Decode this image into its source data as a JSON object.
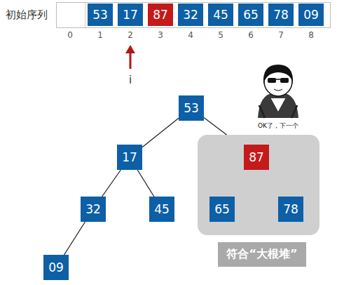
{
  "diagram": {
    "nodes": [
      {
        "text": [
          "53"
        ]
      },
      {
        "text": [
          "17"
        ]
      },
      {
        "text": [
          "87"
        ]
      },
      {
        "text": [
          "32"
        ]
      },
      {
        "text": [
          "45"
        ]
      },
      {
        "text": [
          "65"
        ]
      },
      {
        "text": [
          "78"
        ]
      },
      {
        "text": [
          "09"
        ]
      },
      {
        "text": [
          "53"
        ]
      },
      {
        "text": [
          "17"
        ]
      },
      {
        "text": [
          "符合“大根堆”"
        ]
      },
      {
        "text": [
          "87"
        ],
        "in": 10
      },
      {
        "text": [
          "32"
        ]
      },
      {
        "text": [
          "45"
        ]
      },
      {
        "text": [
          "65"
        ],
        "in": 10
      },
      {
        "text": [
          "78"
        ],
        "in": 10
      },
      {
        "text": [
          "09"
        ]
      }
    ],
    "edges": [
      {
        "from": 8,
        "to": 9,
        "arrow": "none"
      },
      {
        "from": 8,
        "to": 11,
        "arrow": "none"
      },
      {
        "from": 9,
        "to": 12,
        "arrow": "none"
      },
      {
        "from": 9,
        "to": 13,
        "arrow": "none"
      },
      {
        "from": 11,
        "to": 14,
        "arrow": "none"
      },
      {
        "from": 11,
        "to": 15,
        "arrow": "none"
      },
      {
        "from": 12,
        "to": 16,
        "arrow": "none"
      }
    ],
    "labels": [
      "初始序列",
      "0",
      "1",
      "2",
      "3",
      "4",
      "5",
      "6",
      "7",
      "8",
      "i",
      "OK了，下一个"
    ]
  }
}
